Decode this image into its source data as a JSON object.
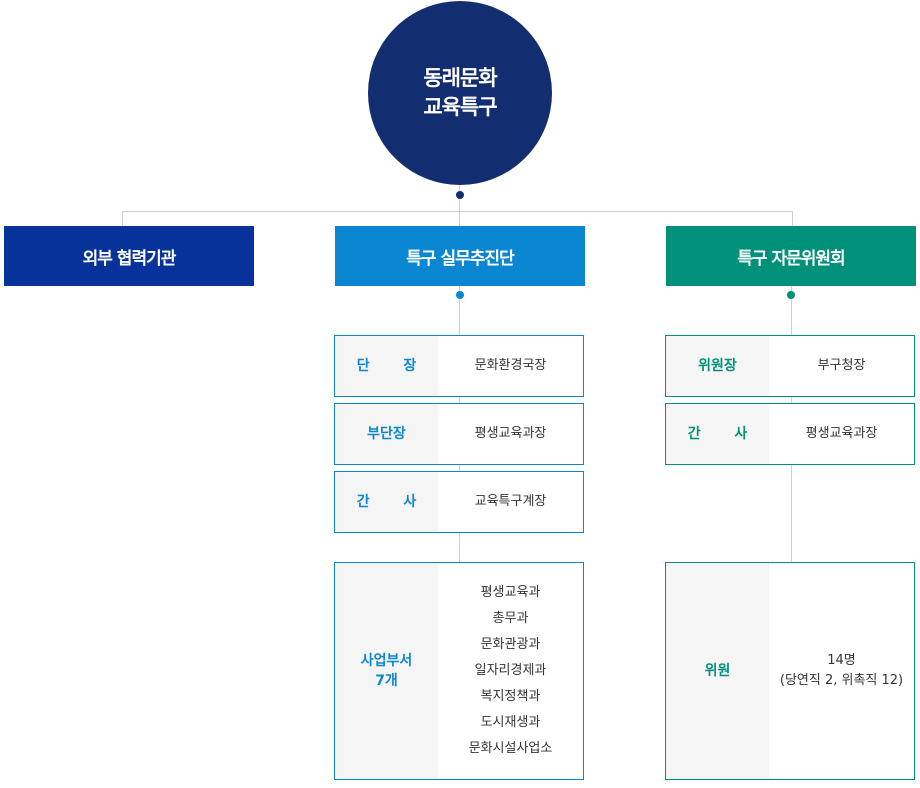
{
  "top": {
    "line1": "동래문화",
    "line2": "교육특구"
  },
  "branches": {
    "left": "외부 협력기관",
    "middle": "특구 실무추진단",
    "right": "특구 자문위원회"
  },
  "middle_rows": [
    {
      "label": "단  장",
      "value": "문화환경국장"
    },
    {
      "label": "부단장",
      "value": "평생교육과장"
    },
    {
      "label": "간  사",
      "value": "교육특구계장"
    }
  ],
  "middle_depts": {
    "label": "사업부서\n7개",
    "items": [
      "평생교육과",
      "총무과",
      "문화관광과",
      "일자리경제과",
      "복지정책과",
      "도시재생과",
      "문화시설사업소"
    ]
  },
  "right_rows": [
    {
      "label": "위원장",
      "value": "부구청장"
    },
    {
      "label": "간  사",
      "value": "평생교육과장"
    }
  ],
  "right_members": {
    "label": "위원",
    "line1": "14명",
    "line2": "(당연직 2, 위촉직 12)"
  },
  "colors": {
    "navy": "#132d71",
    "left": "#07329a",
    "blue": "#0a87d0",
    "green": "#00917a"
  }
}
